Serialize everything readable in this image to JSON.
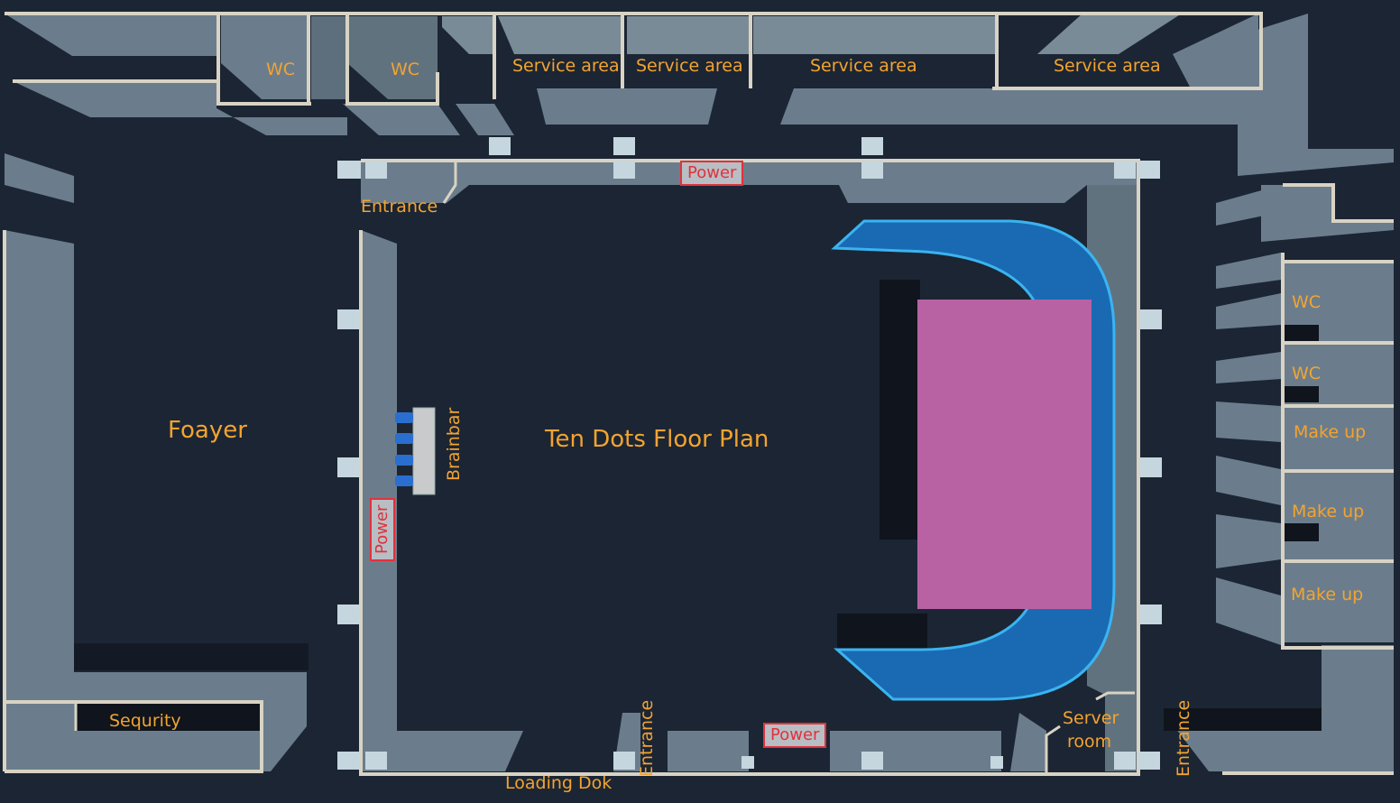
{
  "title": "Ten Dots Floor Plan",
  "rooms": {
    "wc_top_1": "WC",
    "wc_top_2": "WC",
    "service_1": "Service area",
    "service_2": "Service area",
    "service_3": "Service area",
    "service_4": "Service area",
    "wc_right_1": "WC",
    "wc_right_2": "WC",
    "makeup_1": "Make up",
    "makeup_2": "Make up",
    "makeup_3": "Make up",
    "foayer": "Foayer",
    "sequrity": "Sequrity",
    "brainbar": "Brainbar",
    "server_room_line1": "Server",
    "server_room_line2": "room"
  },
  "entrances": {
    "top_left": "Entrance",
    "bottom": "Entrance",
    "bottom_right": "Entrance",
    "loading": "Loading Dok"
  },
  "power": {
    "top": "Power",
    "left": "Power",
    "bottom": "Power"
  },
  "colors": {
    "background": "#1c2533",
    "wall": "#6b7d8c",
    "wall_line": "#d8d3c4",
    "label": "#f2a431",
    "power": "#e0323c",
    "stage_blue": "#1a6ab3",
    "stage_pink": "#b862a4"
  }
}
